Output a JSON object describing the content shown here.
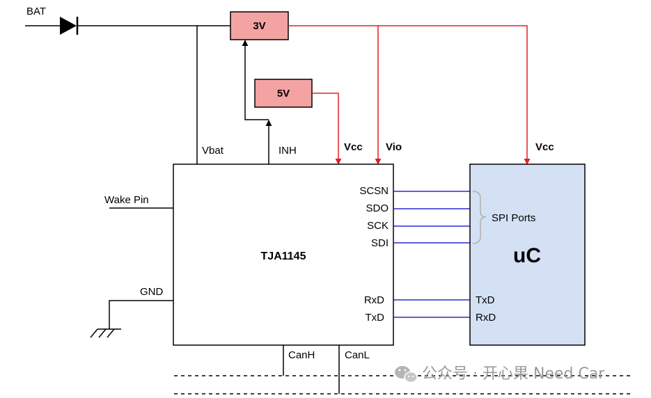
{
  "diagram": {
    "bat_label": "BAT",
    "reg3v_label": "3V",
    "reg5v_label": "5V",
    "vbat_label": "Vbat",
    "inh_label": "INH",
    "vcc_label": "Vcc",
    "vio_label": "Vio",
    "mcu_vcc_label": "Vcc",
    "wake_label": "Wake Pin",
    "gnd_label": "GND",
    "chip_label": "TJA1145",
    "mcu_label": "uC",
    "spi_group_label": "SPI Ports",
    "chip_pins": [
      "SCSN",
      "SDO",
      "SCK",
      "SDI",
      "RxD",
      "TxD"
    ],
    "mcu_pins": [
      "TxD",
      "RxD"
    ],
    "canh_label": "CanH",
    "canl_label": "CanL",
    "watermark": "公众号 · 开心果 Need Car"
  },
  "colors": {
    "power_line": "#e02020",
    "signal_line": "#2a2ad0",
    "regulator_fill": "#f4a3a3",
    "mcu_fill": "#d4e0f4",
    "wire": "#000000"
  }
}
